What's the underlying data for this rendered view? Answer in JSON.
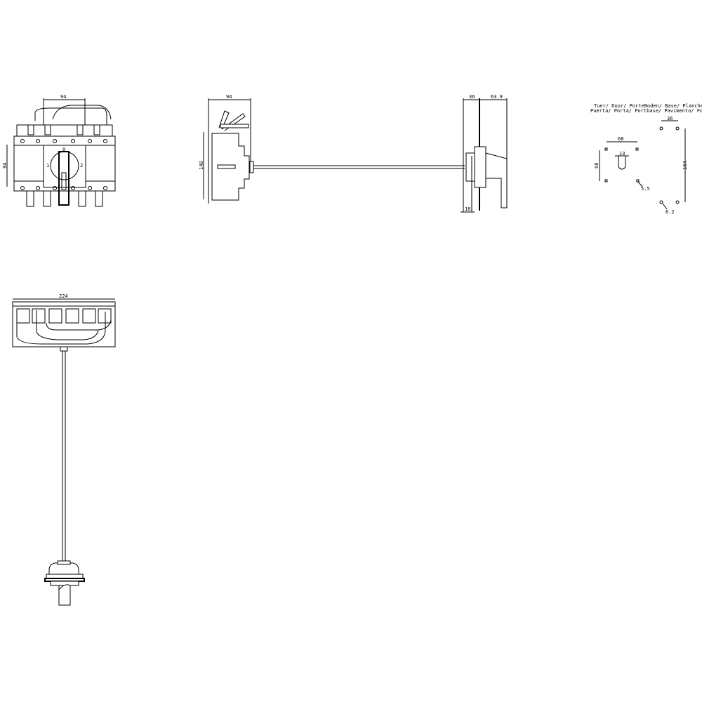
{
  "views": {
    "front": {
      "dim_width": "94",
      "dim_height": "94",
      "pos_0": "0",
      "pos_1": "1",
      "pos_2": "2"
    },
    "side": {
      "dim_depth": "94",
      "dim_height": "148"
    },
    "door": {
      "dim_36": "36",
      "dim_63_9": "63.9",
      "dim_18": "18"
    },
    "top": {
      "dim_width": "224"
    },
    "drilling": {
      "caption_line1": "Tuer/ Door/ PorteBoden/ Base/ Plancher/",
      "caption_line2": "Puerta/ Porta/ Portbase/ Pavimento/ Fondo",
      "door_h": "68",
      "door_v": "68",
      "door_hole": "13",
      "door_screw": "5.5",
      "base_h": "36",
      "base_v": "164",
      "base_screw": "6.2"
    }
  },
  "colors": {
    "line": "#000000",
    "background": "#ffffff"
  }
}
